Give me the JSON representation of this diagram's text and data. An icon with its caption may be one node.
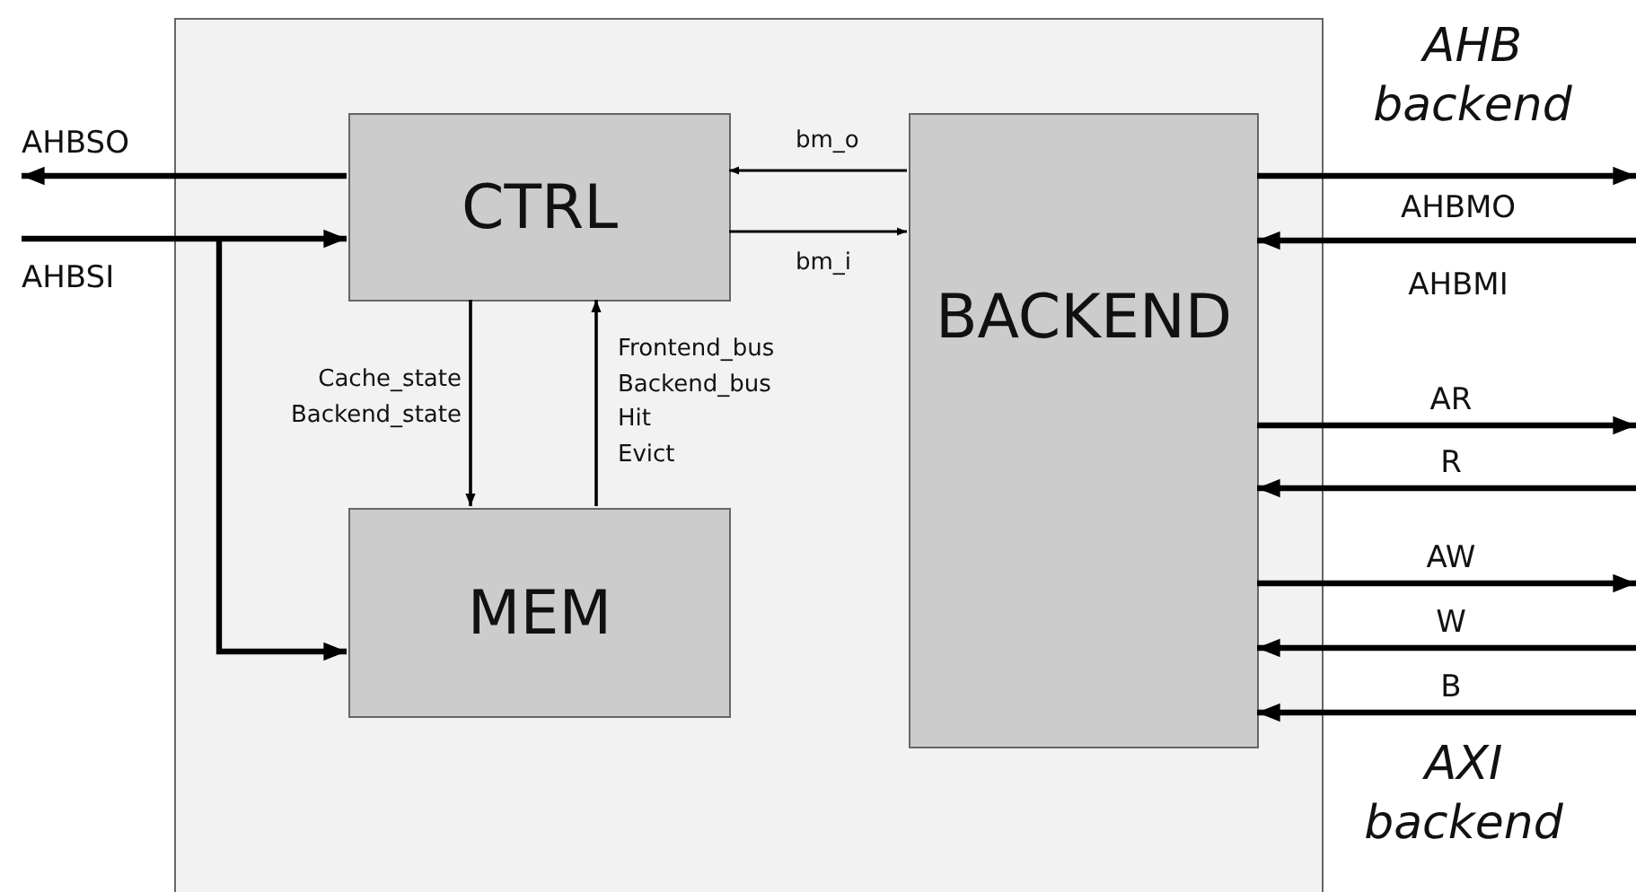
{
  "diagram": {
    "nodes": [
      {
        "text": [],
        "shape": "box"
      },
      {
        "text": [
          "CTRL"
        ],
        "in": 0
      },
      {
        "text": [
          "MEM"
        ],
        "in": 0
      },
      {
        "text": [
          "BACKEND"
        ],
        "in": 0
      }
    ],
    "edges": [
      {
        "from": 1,
        "to": null,
        "arrow": "to",
        "label": "AHBSO"
      },
      {
        "from": null,
        "to": 1,
        "arrow": "to",
        "label": "AHBSI"
      },
      {
        "from": null,
        "to": 2,
        "arrow": "to"
      },
      {
        "from": 3,
        "to": 1,
        "arrow": "to",
        "label": "bm_o"
      },
      {
        "from": 1,
        "to": 3,
        "arrow": "to",
        "label": "bm_i"
      },
      {
        "from": 1,
        "to": 2,
        "arrow": "to",
        "label": "Cache_state Backend_state"
      },
      {
        "from": 2,
        "to": 1,
        "arrow": "to",
        "label": "Frontend_bus Backend_bus Hit Evict"
      },
      {
        "from": 3,
        "to": null,
        "arrow": "to",
        "label": "AHBMO"
      },
      {
        "from": null,
        "to": 3,
        "arrow": "to",
        "label": "AHBMI"
      },
      {
        "from": 3,
        "to": null,
        "arrow": "to",
        "label": "AR"
      },
      {
        "from": null,
        "to": 3,
        "arrow": "to",
        "label": "R"
      },
      {
        "from": 3,
        "to": null,
        "arrow": "to",
        "label": "AW"
      },
      {
        "from": null,
        "to": 3,
        "arrow": "to",
        "label": "W"
      },
      {
        "from": null,
        "to": 3,
        "arrow": "to",
        "label": "B"
      }
    ],
    "labels": [
      "AHB backend",
      "AXI backend"
    ]
  }
}
